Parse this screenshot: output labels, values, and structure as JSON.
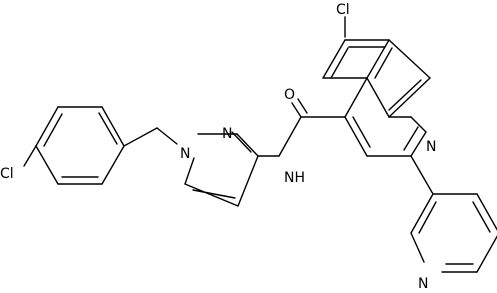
{
  "molecule": {
    "atoms": {
      "cl_quinoline": "Cl",
      "o_carbonyl": "O",
      "n_quinoline": "N",
      "n_amide": "NH",
      "n1_pyrazole": "N",
      "n2_pyrazole": "N",
      "cl_benzyl": "Cl",
      "n_pyridine": "N"
    }
  },
  "colors": {
    "bond": "#000000",
    "label": "#000000",
    "background": "#ffffff"
  }
}
